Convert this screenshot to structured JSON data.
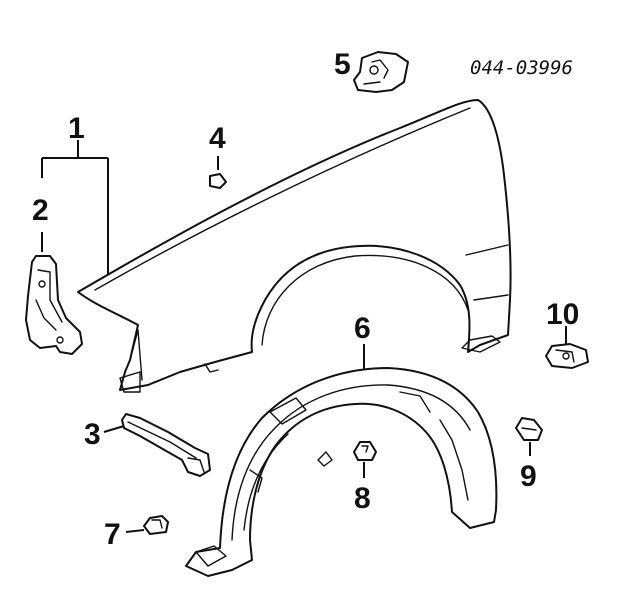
{
  "reference_code": "044-03996",
  "callouts": {
    "c1": "1",
    "c2": "2",
    "c3": "3",
    "c4": "4",
    "c5": "5",
    "c6": "6",
    "c7": "7",
    "c8": "8",
    "c9": "9",
    "c10": "10"
  }
}
